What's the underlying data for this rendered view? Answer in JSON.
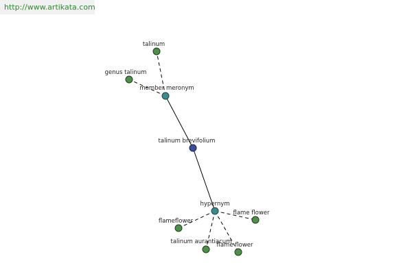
{
  "watermark": "http://www.artikata.com",
  "nodes": {
    "talinum": "talinum",
    "genus_talinum": "genus talinum",
    "member_meronym": "member meronym",
    "center": "talinum brevifolium",
    "hypernym": "hypernym",
    "flameflower": "flameflower",
    "flame_flower_right": "flame flower",
    "talinum_aurantiacum": "talinum aurantiacum",
    "flame_flower_bottom": "flame flower"
  },
  "colors": {
    "leaf": "#4f8f4a",
    "relation": "#3a8a8e",
    "center": "#3c4f96",
    "watermark_text": "#2e8b2e"
  }
}
